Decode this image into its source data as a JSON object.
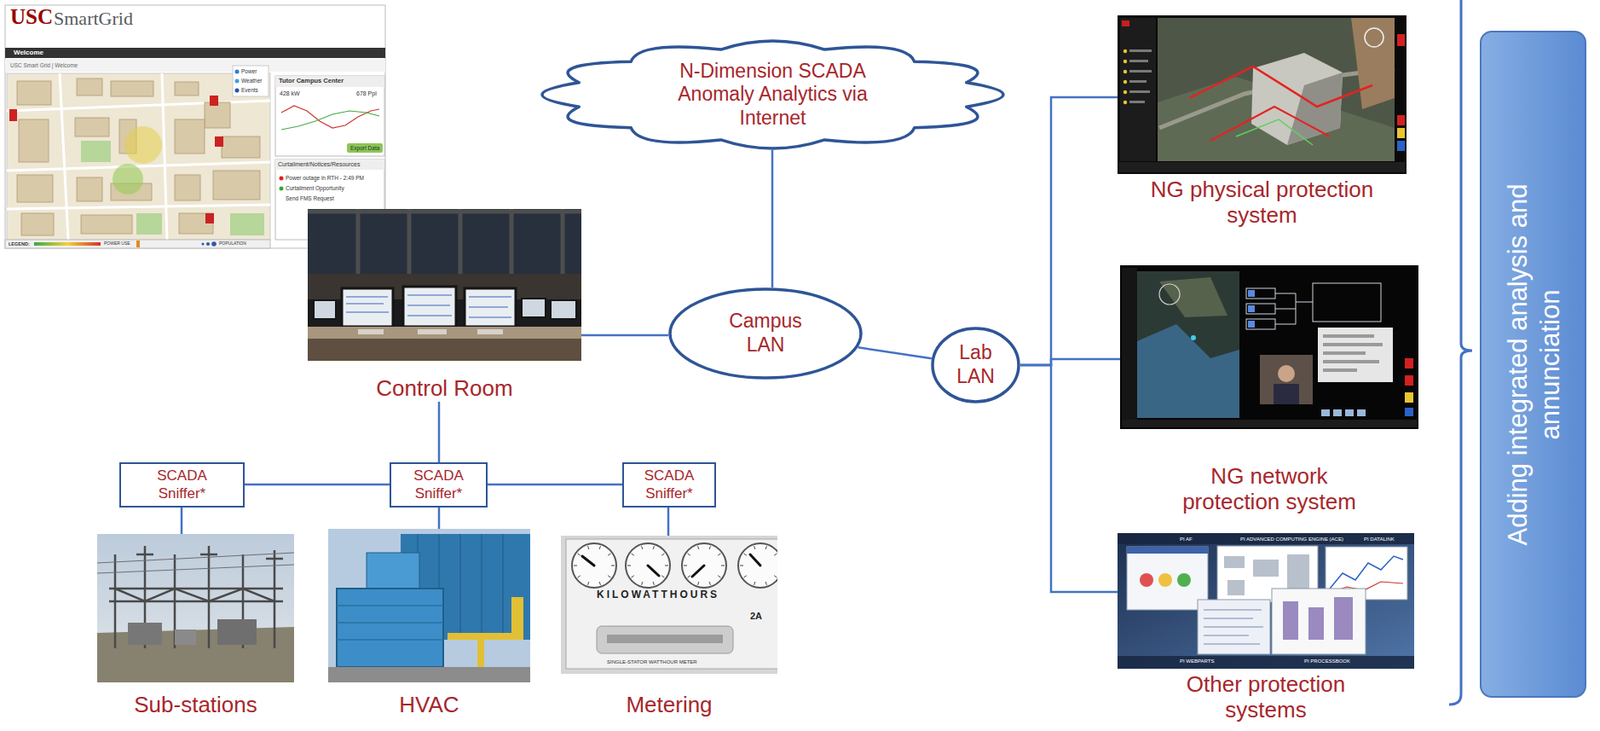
{
  "diagram": {
    "nodes": [
      {
        "text": [
          "N-Dimension SCADA Anomaly Analytics via Internet"
        ]
      },
      {
        "text": [
          "Control Room"
        ]
      },
      {
        "text": [
          "Campus LAN"
        ]
      },
      {
        "text": [
          "Lab LAN"
        ]
      },
      {
        "text": [
          "NG physical protection system"
        ]
      },
      {
        "text": [
          "NG network protection system"
        ]
      },
      {
        "text": [
          "Other protection systems"
        ]
      },
      {
        "text": [
          "Adding integrated analysis and annunciation"
        ]
      },
      {
        "text": [
          "SCADA Sniffer*"
        ]
      },
      {
        "text": [
          "SCADA Sniffer*"
        ]
      },
      {
        "text": [
          "SCADA Sniffer*"
        ]
      },
      {
        "text": [
          "Sub-stations"
        ]
      },
      {
        "text": [
          "HVAC"
        ]
      },
      {
        "text": [
          "Metering"
        ]
      }
    ],
    "edges": [
      {
        "from": 0,
        "to": 2,
        "arrow": "none"
      },
      {
        "from": 1,
        "to": 2,
        "arrow": "none"
      },
      {
        "from": 2,
        "to": 3,
        "arrow": "none"
      },
      {
        "from": 3,
        "to": 4,
        "arrow": "none"
      },
      {
        "from": 3,
        "to": 5,
        "arrow": "none"
      },
      {
        "from": 3,
        "to": 6,
        "arrow": "none"
      },
      {
        "from": 1,
        "to": 9,
        "arrow": "none"
      },
      {
        "from": 9,
        "to": 8,
        "arrow": "none"
      },
      {
        "from": 9,
        "to": 10,
        "arrow": "none"
      },
      {
        "from": 8,
        "to": 11,
        "arrow": "none"
      },
      {
        "from": 9,
        "to": 12,
        "arrow": "none"
      },
      {
        "from": 10,
        "to": 13,
        "arrow": "none"
      }
    ],
    "labels": [
      "USC",
      "SmartGrid",
      "Welcome",
      "USC Smart Grid | Welcome",
      "Power",
      "Weather",
      "Events",
      "Tutor Campus Center",
      "428 kW",
      "678 Ppl",
      "Export Data",
      "Curtailment/Notices/Resources",
      "Power outage in RTH - 2:49 PM",
      "Curtailment Opportunity",
      "Send FMS Request",
      "LEGEND:",
      "POWER USE",
      "POPULATION",
      "PI AF",
      "PI ADVANCED COMPUTING ENGINE (ACE)",
      "PI DATALINK",
      "PI WEBPARTS",
      "PI PROCESSBOOK",
      "KILOWATTHOURS",
      "2A",
      "SINGLE-STATOR WATTHOUR METER"
    ]
  }
}
